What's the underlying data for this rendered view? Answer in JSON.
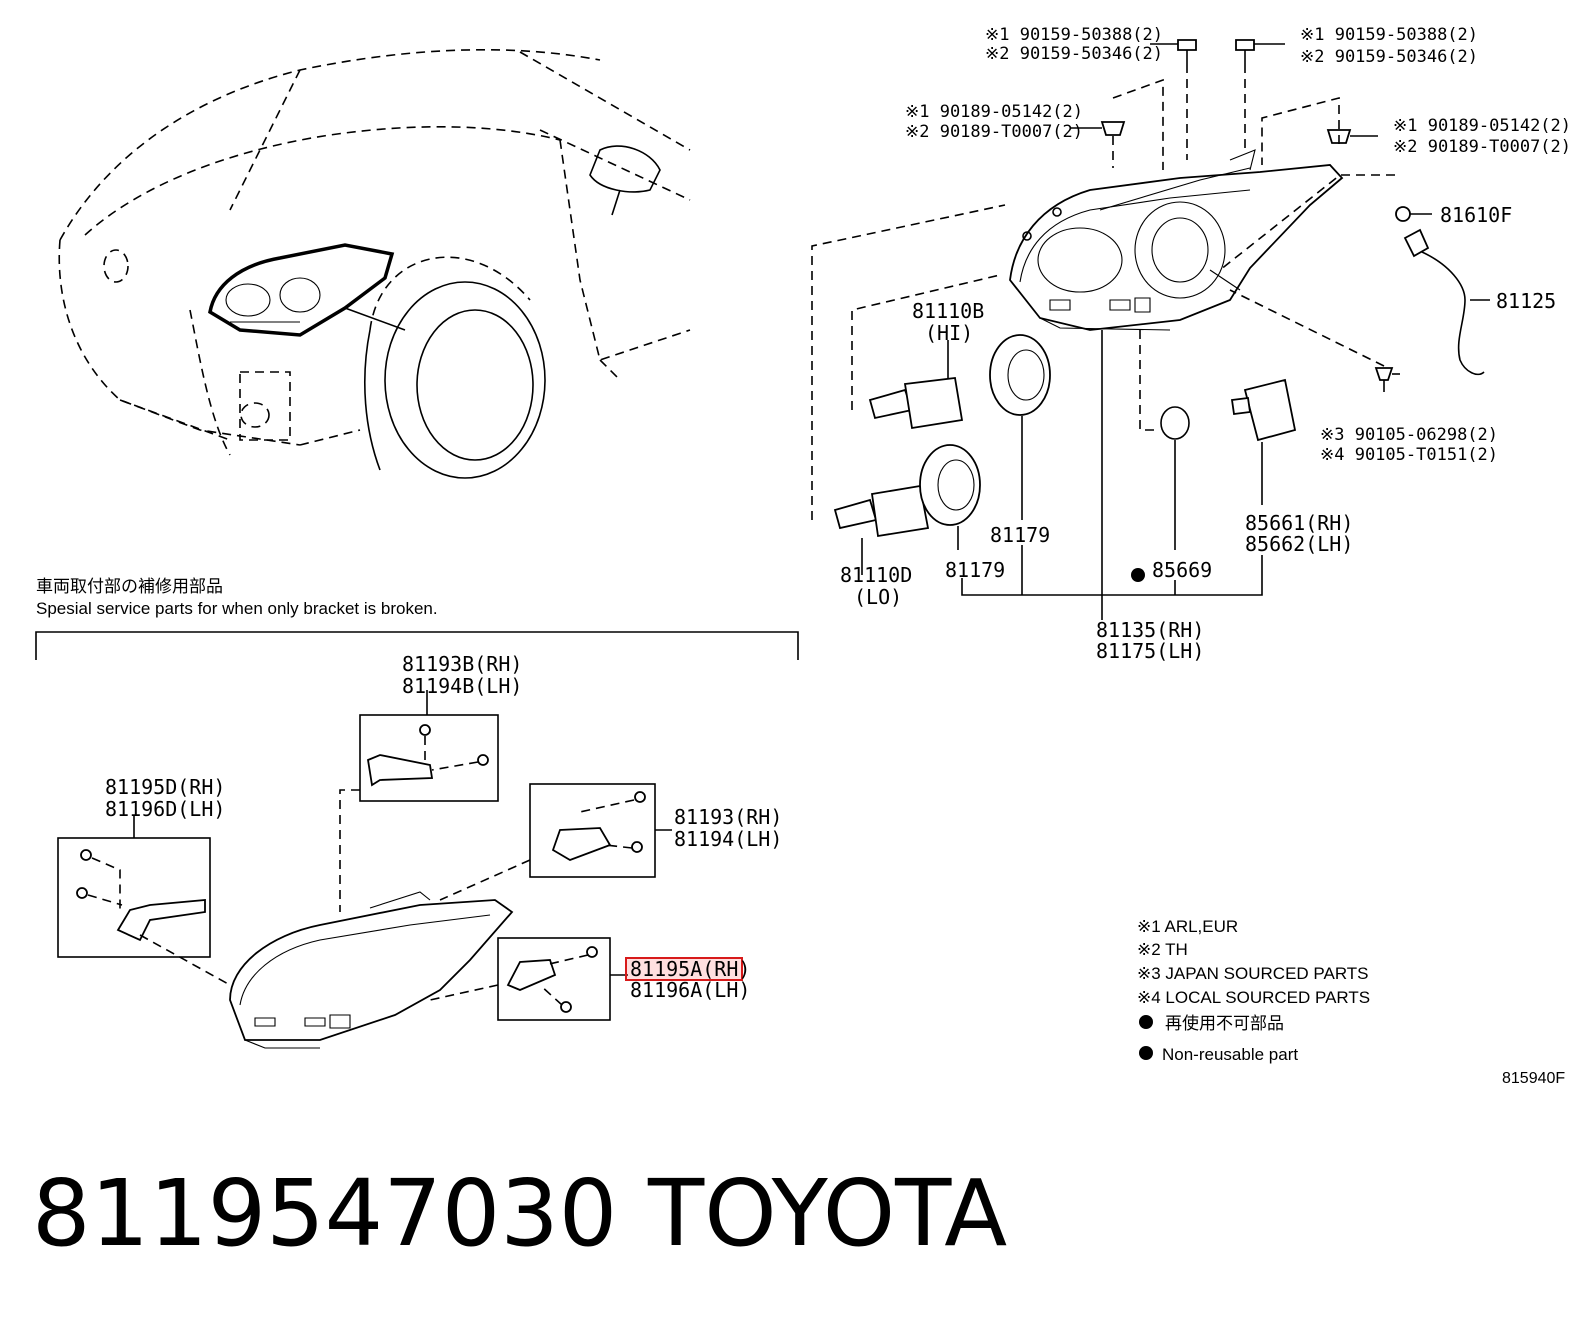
{
  "diagram": {
    "callouts": {
      "bolt_left_1": "※1 90159-50388(2)",
      "bolt_left_2": "※2 90159-50346(2)",
      "bolt_right_1": "※1 90159-50388(2)",
      "bolt_right_2": "※2 90159-50346(2)",
      "clip_left_1": "※1 90189-05142(2)",
      "clip_left_2": "※2 90189-T0007(2)",
      "clip_right_1": "※1 90189-05142(2)",
      "clip_right_2": "※2 90189-T0007(2)",
      "bulb_small": "81610F",
      "socket_wire": "81125",
      "bulb_hi": "81110B",
      "bulb_hi_note": "(HI)",
      "bulb_lo": "81110D",
      "bulb_lo_note": "(LO)",
      "cover_upper": "81179",
      "cover_lower": "81179",
      "gasket": "85669",
      "screw_1": "※3 90105-06298(2)",
      "screw_2": "※4 90105-T0151(2)",
      "actuator_rh": "85661(RH)",
      "actuator_lh": "85662(LH)",
      "headlamp_rh": "81135(RH)",
      "headlamp_lh": "81175(LH)",
      "br_top_rh": "81193B(RH)",
      "br_top_lh": "81194B(LH)",
      "br_left_rh": "81195D(RH)",
      "br_left_lh": "81196D(LH)",
      "br_right_rh": "81193(RH)",
      "br_right_lh": "81194(LH)",
      "br_low_rh": "81195A(RH)",
      "br_low_lh": "81196A(LH)"
    },
    "section_title_jp": "車両取付部の補修用部品",
    "section_title_en": "Spesial service parts for when only bracket is broken.",
    "notes": [
      "※1 ARL,EUR",
      "※2 TH",
      "※3 JAPAN SOURCED PARTS",
      "※4 LOCAL SOURCED PARTS"
    ],
    "legend_jp": "再使用不可部品",
    "legend_en": "Non-reusable part",
    "figure_ref": "815940F"
  },
  "footer": {
    "part_number": "8119547030",
    "brand": "TOYOTA"
  },
  "colors": {
    "highlight": "#d81a1a",
    "line": "#000000",
    "background": "#ffffff"
  }
}
